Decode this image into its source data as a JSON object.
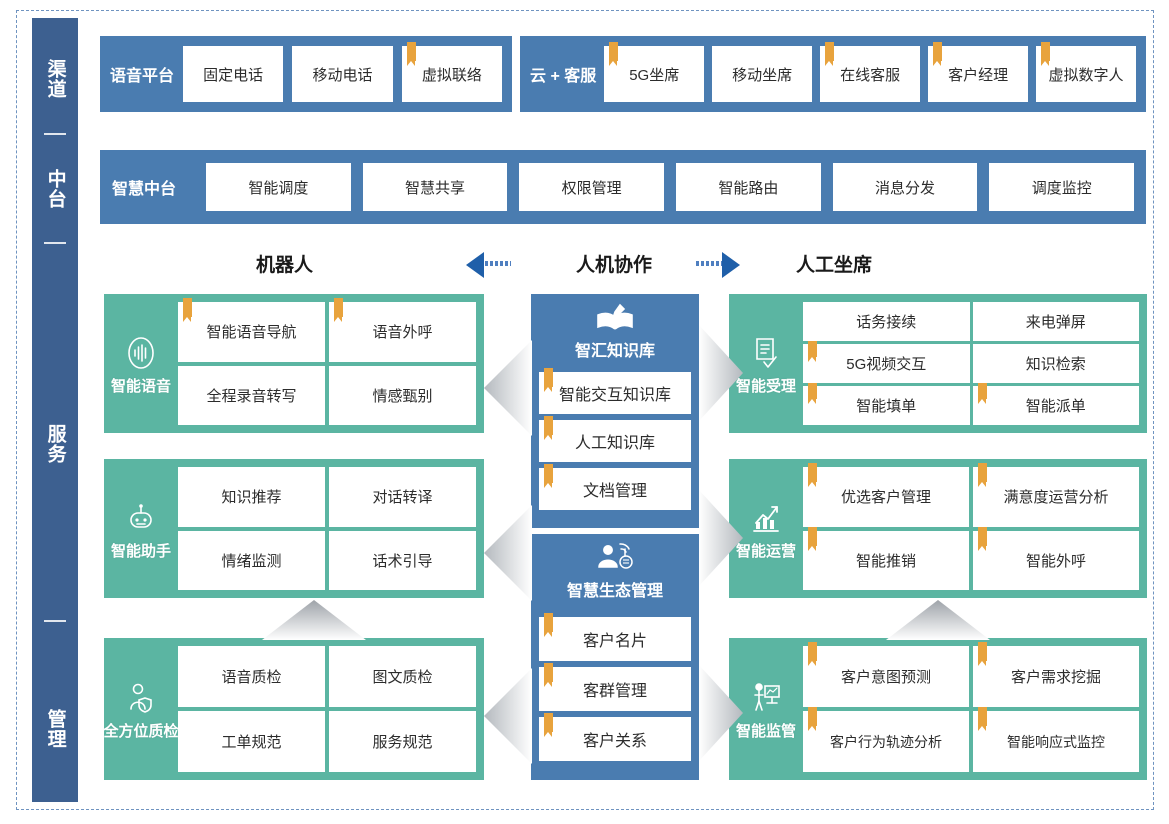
{
  "rail": {
    "labels": [
      {
        "text": "渠道"
      },
      {
        "text": "中台"
      },
      {
        "text": "服务"
      },
      {
        "text": "管理"
      }
    ]
  },
  "channel_row": {
    "groups": [
      {
        "title": "语音平台",
        "items": [
          {
            "label": "固定电话",
            "ribbon": false
          },
          {
            "label": "移动电话",
            "ribbon": false
          },
          {
            "label": "虚拟联络",
            "ribbon": true
          }
        ]
      },
      {
        "title": "云 + 客服",
        "items": [
          {
            "label": "5G坐席",
            "ribbon": true
          },
          {
            "label": "移动坐席",
            "ribbon": false
          },
          {
            "label": "在线客服",
            "ribbon": true
          },
          {
            "label": "客户经理",
            "ribbon": true
          },
          {
            "label": "虚拟数字人",
            "ribbon": true
          }
        ]
      }
    ]
  },
  "platform_row": {
    "title": "智慧中台",
    "items": [
      {
        "label": "智能调度",
        "ribbon": false
      },
      {
        "label": "智慧共享",
        "ribbon": false
      },
      {
        "label": "权限管理",
        "ribbon": false
      },
      {
        "label": "智能路由",
        "ribbon": false
      },
      {
        "label": "消息分发",
        "ribbon": false
      },
      {
        "label": "调度监控",
        "ribbon": false
      }
    ]
  },
  "headings": {
    "robot": "机器人",
    "collaboration": "人机协作",
    "human_agent": "人工坐席"
  },
  "left_panels": [
    {
      "name": "智能语音",
      "icon": "voice-wave-icon",
      "items": [
        {
          "label": "智能语音导航",
          "ribbon": true
        },
        {
          "label": "语音外呼",
          "ribbon": true
        },
        {
          "label": "全程录音转写",
          "ribbon": false
        },
        {
          "label": "情感甄别",
          "ribbon": false
        }
      ]
    },
    {
      "name": "智能助手",
      "icon": "robot-icon",
      "items": [
        {
          "label": "知识推荐",
          "ribbon": false
        },
        {
          "label": "对话转译",
          "ribbon": false
        },
        {
          "label": "情绪监测",
          "ribbon": false
        },
        {
          "label": "话术引导",
          "ribbon": false
        }
      ]
    },
    {
      "name": "全方位质检",
      "icon": "person-shield-icon",
      "items": [
        {
          "label": "语音质检",
          "ribbon": false
        },
        {
          "label": "图文质检",
          "ribbon": false
        },
        {
          "label": "工单规范",
          "ribbon": false
        },
        {
          "label": "服务规范",
          "ribbon": false
        }
      ]
    }
  ],
  "center_stacks": [
    {
      "name": "智汇知识库",
      "icon": "open-book-pen-icon",
      "items": [
        {
          "label": "智能交互知识库",
          "ribbon": true
        },
        {
          "label": "人工知识库",
          "ribbon": true
        },
        {
          "label": "文档管理",
          "ribbon": true
        }
      ]
    },
    {
      "name": "智慧生态管理",
      "icon": "person-network-icon",
      "items": [
        {
          "label": "客户名片",
          "ribbon": true
        },
        {
          "label": "客群管理",
          "ribbon": true
        },
        {
          "label": "客户关系",
          "ribbon": true
        }
      ]
    }
  ],
  "right_panels": [
    {
      "name": "智能受理",
      "icon": "form-check-icon",
      "items": [
        {
          "label": "话务接续",
          "ribbon": false
        },
        {
          "label": "来电弹屏",
          "ribbon": false
        },
        {
          "label": "5G视频交互",
          "ribbon": true
        },
        {
          "label": "知识检索",
          "ribbon": false
        },
        {
          "label": "智能填单",
          "ribbon": true
        },
        {
          "label": "智能派单",
          "ribbon": true
        }
      ]
    },
    {
      "name": "智能运营",
      "icon": "chart-growth-icon",
      "items": [
        {
          "label": "优选客户管理",
          "ribbon": true
        },
        {
          "label": "满意度运营分析",
          "ribbon": true
        },
        {
          "label": "智能推销",
          "ribbon": true
        },
        {
          "label": "智能外呼",
          "ribbon": true
        }
      ]
    },
    {
      "name": "智能监管",
      "icon": "presentation-person-icon",
      "items": [
        {
          "label": "客户意图预测",
          "ribbon": true
        },
        {
          "label": "客户需求挖掘",
          "ribbon": true
        },
        {
          "label": "客户行为轨迹分析",
          "ribbon": true
        },
        {
          "label": "智能响应式监控",
          "ribbon": true
        }
      ]
    }
  ],
  "colors": {
    "rail_blue": "#3d6090",
    "panel_blue": "#4a7cb0",
    "panel_green": "#5bb5a2",
    "ribbon_orange": "#e8a33d",
    "arrow_blue": "#1f5fa9",
    "chevron_gray": "#c9cdd2"
  }
}
